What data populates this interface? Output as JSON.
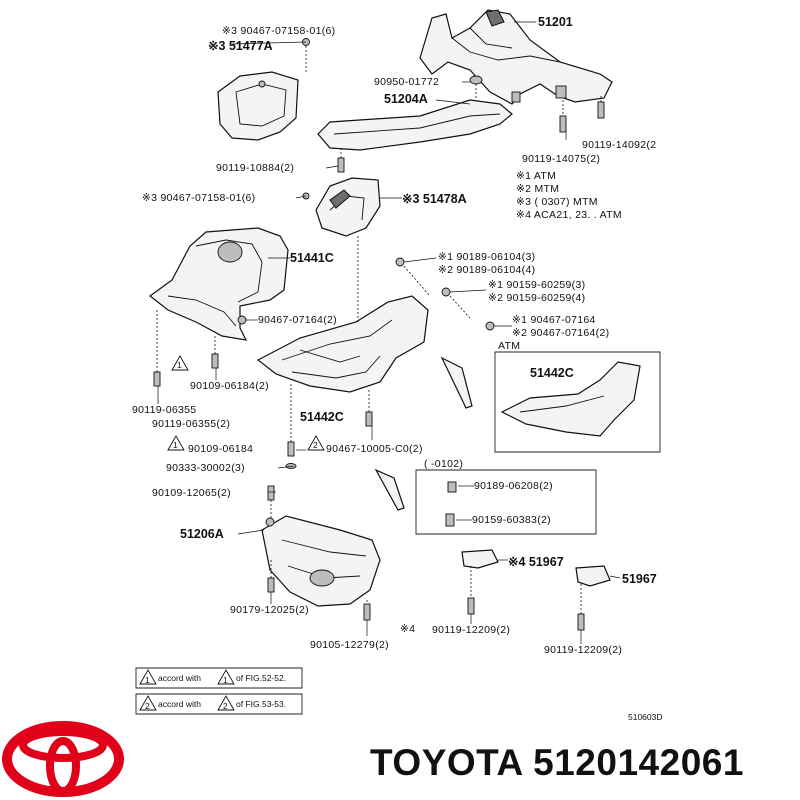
{
  "callouts": {
    "c1": "※3 90467-07158-01(6)",
    "c2": "※3 51477A",
    "c3": "51201",
    "c4": "90950-01772",
    "c5": "51204A",
    "c6": "90119-14092(2",
    "c7": "90119-14075(2)",
    "c8": "90119-10884(2)",
    "c9": "※1 ATM",
    "c10": "※2 MTM",
    "c11": "※3 (        0307) MTM",
    "c12": "※4 ACA21, 23. . ATM",
    "c13": "※3 90467-07158-01(6)",
    "c14": "※3 51478A",
    "c15": "51441C",
    "c16": "※1 90189-06104(3)",
    "c17": "※2 90189-06104(4)",
    "c18": "※1 90159-60259(3)",
    "c19": "※2 90159-60259(4)",
    "c20": "90467-07164(2)",
    "c21": "※1 90467-07164",
    "c22": "※2 90467-07164(2)",
    "c23": "ATM",
    "c24": "51442C",
    "c25": "90109-06184(2)",
    "c26": "90119-06355",
    "c27": "90119-06355(2)",
    "c28": "51442C",
    "c29": "90109-06184",
    "c30": "90467-10005-C0(2)",
    "c31": "(        -0102)",
    "c32": "90333-30002(3)",
    "c33": "90189-06208(2)",
    "c34": "90109-12065(2)",
    "c35": "90159-60383(2)",
    "c36": "51206A",
    "c37": "※4 51967",
    "c38": "51967",
    "c39": "90179-12025(2)",
    "c40": "※4",
    "c41": "90119-12209(2)",
    "c42": "90105-12279(2)",
    "c43": "90119-12209(2)",
    "c44": "accord with",
    "c45": "of FIG.52-52.",
    "c46": "accord with",
    "c47": "of FIG.53-53.",
    "c48": "510603D",
    "tri1": "1",
    "tri2": "2",
    "tri3": "1",
    "tri4": "2",
    "tri5": "1",
    "tri6": "1",
    "tri7": "2"
  },
  "brand": {
    "name": "TOYOTA 5120142061",
    "logo_color": "#e0001a"
  }
}
